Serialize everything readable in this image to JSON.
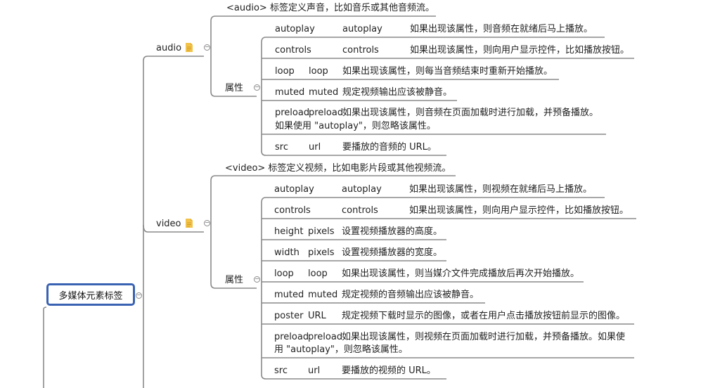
{
  "root": {
    "label": "多媒体元素标签"
  },
  "audio": {
    "label": "audio",
    "desc": "<audio> 标签定义声音，比如音乐或其他音频流。",
    "attr_label": "属性",
    "attrs": [
      {
        "name": "autoplay",
        "value": "autoplay",
        "desc": "如果出现该属性，则音频在就绪后马上播放。"
      },
      {
        "name": "controls",
        "value": "controls",
        "desc": "如果出现该属性，则向用户显示控件，比如播放按钮。"
      },
      {
        "name": "loop",
        "value": "loop",
        "desc": "如果出现该属性，则每当音频结束时重新开始播放。"
      },
      {
        "name": "muted",
        "value": "muted",
        "desc": "规定视频输出应该被静音。"
      },
      {
        "name": "preload",
        "value": "preload",
        "desc": "如果出现该属性，则音频在页面加载时进行加载，并预备播放。",
        "desc2": "如果使用 \"autoplay\"，则忽略该属性。"
      },
      {
        "name": "src",
        "value": "url",
        "desc": "要播放的音频的 URL。"
      }
    ]
  },
  "video": {
    "label": "video",
    "desc": "<video> 标签定义视频，比如电影片段或其他视频流。",
    "attr_label": "属性",
    "attrs": [
      {
        "name": "autoplay",
        "value": "autoplay",
        "desc": "如果出现该属性，则视频在就绪后马上播放。"
      },
      {
        "name": "controls",
        "value": "controls",
        "desc": "如果出现该属性，则向用户显示控件，比如播放按钮。"
      },
      {
        "name": "height",
        "value": "pixels",
        "desc": "设置视频播放器的高度。"
      },
      {
        "name": "width",
        "value": "pixels",
        "desc": "设置视频播放器的宽度。"
      },
      {
        "name": "loop",
        "value": "loop",
        "desc": "如果出现该属性，则当媒介文件完成播放后再次开始播放。"
      },
      {
        "name": "muted",
        "value": "muted",
        "desc": "规定视频的音频输出应该被静音。"
      },
      {
        "name": "poster",
        "value": "URL",
        "desc": "规定视频下载时显示的图像，或者在用户点击播放按钮前显示的图像。"
      },
      {
        "name": "preload",
        "value": "preload",
        "desc": "如果出现该属性，则视频在页面加载时进行加载，并预备播放。如果使",
        "desc2": "用 \"autoplay\"，则忽略该属性。"
      },
      {
        "name": "src",
        "value": "url",
        "desc": "要播放的视频的 URL。"
      }
    ]
  },
  "colors": {
    "line": "#8a8a8a",
    "root_border": "#3a62b3",
    "note_icon": "#f2c34a"
  }
}
